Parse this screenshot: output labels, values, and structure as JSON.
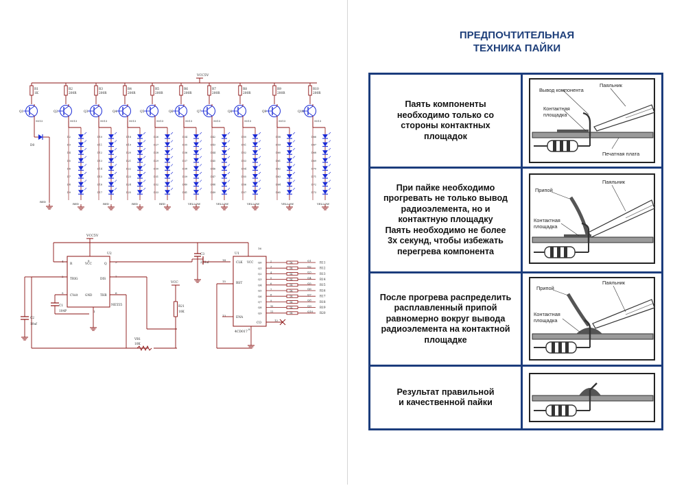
{
  "schematic": {
    "vcc_top": "VCC5V",
    "vcc_555": "VCC5V",
    "vcc_pot": "VCC",
    "transistors": [
      {
        "q": "Q1",
        "r": "R1",
        "rv": "1K",
        "part": "9013",
        "color": ""
      },
      {
        "q": "Q2",
        "r": "R2",
        "rv": "200R",
        "part": "9013",
        "color": "RED"
      },
      {
        "q": "Q3",
        "r": "R3",
        "rv": "200R",
        "part": "9013",
        "color": "RED"
      },
      {
        "q": "Q4",
        "r": "R4",
        "rv": "200R",
        "part": "9013",
        "color": "RED"
      },
      {
        "q": "Q5",
        "r": "R5",
        "rv": "200R",
        "part": "9013",
        "color": "RED"
      },
      {
        "q": "Q6",
        "r": "R6",
        "rv": "200R",
        "part": "9013",
        "color": "YELLOW"
      },
      {
        "q": "Q7",
        "r": "R7",
        "rv": "200R",
        "part": "9013",
        "color": "YELLOW"
      },
      {
        "q": "Q8",
        "r": "R8",
        "rv": "200R",
        "part": "9013",
        "color": "YELLOW"
      },
      {
        "q": "Q9",
        "r": "R9",
        "rv": "200R",
        "part": "9013",
        "color": "YELLOW"
      },
      {
        "q": "Q10",
        "r": "R10",
        "rv": "200R",
        "part": "9013",
        "color": "YELLOW"
      }
    ],
    "d0_label": "D0",
    "d0_color": "RED",
    "ne555": {
      "ref": "U2",
      "name": "NE555",
      "pins": {
        "r": "R",
        "vcc": "VCC",
        "trig": "TRIG",
        "q": "Q",
        "cvolt": "CVolt",
        "dis": "DIS",
        "gnd": "GND",
        "thr": "THR"
      },
      "pin_numbers": [
        "4",
        "8",
        "3",
        "2",
        "7",
        "5",
        "1",
        "6"
      ]
    },
    "cd4017": {
      "ref": "U1",
      "name": "4CD017",
      "pins": {
        "vcc": "VCC",
        "clk": "CLK",
        "rst": "RST",
        "ena": "ENA",
        "co": "CO"
      },
      "pin_numbers": [
        "14",
        "16",
        "15",
        "13",
        "8",
        "12"
      ],
      "outputs": [
        "Q0",
        "Q1",
        "Q2",
        "Q3",
        "Q4",
        "Q5",
        "Q6",
        "Q7",
        "Q8",
        "Q9"
      ]
    },
    "outputs": [
      {
        "r": "1K",
        "q": "Q1",
        "name": "R11"
      },
      {
        "r": "1K",
        "q": "Q2",
        "name": "R12"
      },
      {
        "r": "1K",
        "q": "Q3",
        "name": "R13"
      },
      {
        "r": "1K",
        "q": "Q4",
        "name": "R14"
      },
      {
        "r": "1K",
        "q": "Q5",
        "name": "R15"
      },
      {
        "r": "1K",
        "q": "Q6",
        "name": "R16"
      },
      {
        "r": "1K",
        "q": "Q7",
        "name": "R17"
      },
      {
        "r": "1K",
        "q": "Q8",
        "name": "R18"
      },
      {
        "r": "1K",
        "q": "Q9",
        "name": "R19"
      },
      {
        "r": "1K",
        "q": "Q10",
        "name": "R20"
      }
    ],
    "c1": {
      "ref": "C1",
      "value": "104P"
    },
    "c2": {
      "ref": "C2",
      "value": "10uf"
    },
    "c3": {
      "ref": "C3",
      "value": "220uf"
    },
    "r21": {
      "ref": "R21",
      "value": "10K"
    },
    "vr1": {
      "ref": "VR1",
      "value": "10K"
    }
  },
  "soldering": {
    "title_line1": "ПРЕДПОЧТИТЕЛЬНАЯ",
    "title_line2": "ТЕХНИКА ПАЙКИ",
    "rows": [
      {
        "lines": [
          "Паять компоненты",
          "необходимо только со",
          "стороны контактных",
          "площадок"
        ],
        "labels": [
          "Вывод компонента",
          "Паяльник",
          "Контактная",
          "площадка",
          "Печатная плата"
        ]
      },
      {
        "lines": [
          "При пайке необходимо",
          "прогревать не только вывод",
          "радиоэлемента, но и",
          "контактную площадку",
          "Паять необходимо не более",
          "3х секунд, чтобы избежать",
          "перегрева компонента"
        ],
        "labels": [
          "Припой",
          "Паяльник",
          "Контактная",
          "площадка"
        ]
      },
      {
        "lines": [
          "После прогрева распределить",
          "расплавленный припой",
          "равномерно вокруг вывода",
          "радиоэлемента на контактной",
          "площадке"
        ],
        "labels": [
          "Припой",
          "Паяльник",
          "Контактная",
          "площадка"
        ]
      },
      {
        "lines": [
          "Результат правильной",
          "и качественной пайки"
        ],
        "labels": []
      }
    ]
  }
}
